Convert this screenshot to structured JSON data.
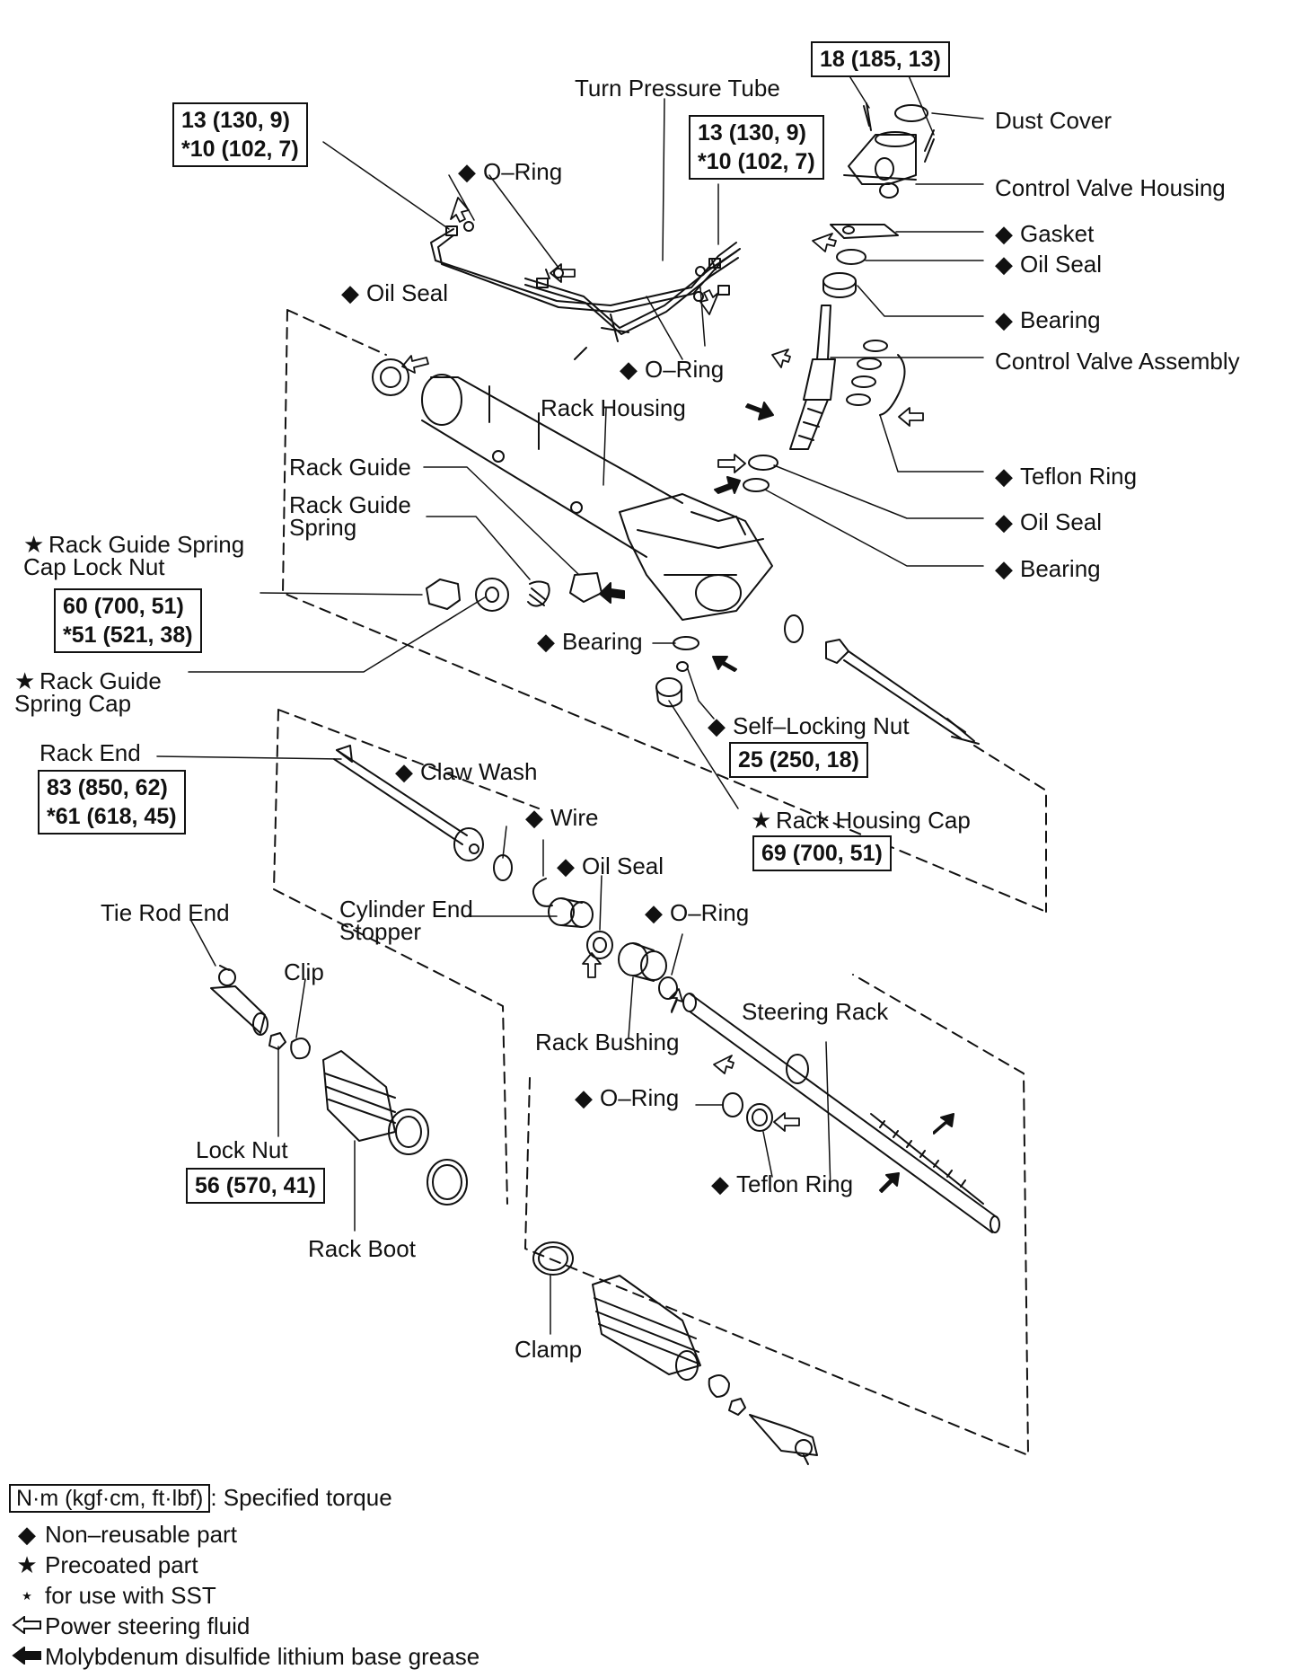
{
  "symbols": {
    "diamond": "◆",
    "star": "★",
    "small_star": "⋆"
  },
  "torque": {
    "tube_left": "13 (130, 9)\n*10 (102, 7)",
    "tube_right": "13 (130, 9)\n*10 (102, 7)",
    "control_valve": "18 (185, 13)",
    "guide_lock_nut": "60 (700, 51)\n*51 (521, 38)",
    "rack_end": "83 (850, 62)\n*61 (618, 45)",
    "self_locking_nut": "25 (250, 18)",
    "rack_housing_cap": "69 (700, 51)",
    "lock_nut": "56 (570, 41)"
  },
  "labels": {
    "turn_pressure_tube": "Turn Pressure Tube",
    "dust_cover": "Dust Cover",
    "control_valve_housing": "Control Valve Housing",
    "gasket": "Gasket",
    "oil_seal": "Oil Seal",
    "bearing": "Bearing",
    "control_valve_assembly": "Control Valve Assembly",
    "o_ring": "O–Ring",
    "rack_housing": "Rack Housing",
    "teflon_ring": "Teflon Ring",
    "rack_guide": "Rack Guide",
    "rack_guide_spring": "Rack Guide\nSpring",
    "rack_guide_spring_cap_lock_nut": "Rack Guide Spring\nCap Lock Nut",
    "rack_guide_spring_cap": "Rack Guide\nSpring Cap",
    "self_locking_nut": "Self–Locking Nut",
    "rack_housing_cap": "Rack Housing Cap",
    "rack_end": "Rack End",
    "claw_wash": "Claw Wash",
    "wire": "Wire",
    "cylinder_end_stopper": "Cylinder End\nStopper",
    "tie_rod_end": "Tie Rod End",
    "clip": "Clip",
    "rack_bushing": "Rack Bushing",
    "steering_rack": "Steering Rack",
    "lock_nut": "Lock Nut",
    "rack_boot": "Rack Boot",
    "clamp": "Clamp"
  },
  "legend": {
    "torque_box": "N·m (kgf·cm, ft·lbf)",
    "torque_text": ": Specified torque",
    "non_reusable": "Non–reusable part",
    "precoated": "Precoated part",
    "sst": "for use with SST",
    "fluid": "Power steering fluid",
    "grease": "Molybdenum disulfide lithium base grease"
  }
}
